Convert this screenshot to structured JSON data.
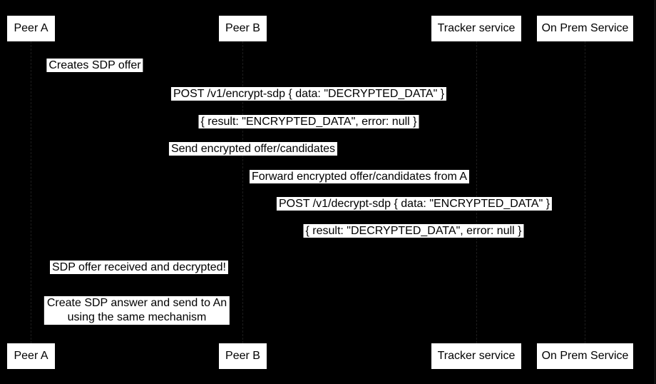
{
  "diagram": {
    "type": "sequence-diagram",
    "colors": {
      "background": "#000000",
      "box_fill": "#ffffff",
      "box_text": "#000000",
      "label_fill": "#ffffff",
      "label_text": "#000000"
    },
    "participants": {
      "peer_a": "Peer A",
      "peer_b": "Peer B",
      "tracker": "Tracker service",
      "on_prem": "On Prem Service"
    },
    "messages": {
      "creates_offer": "Creates SDP offer",
      "post_encrypt": "POST /v1/encrypt-sdp { data: \"DECRYPTED_DATA\" }",
      "encrypt_result": "{ result: \"ENCRYPTED_DATA\", error: null }",
      "send_encrypted": "Send encrypted offer/candidates",
      "forward_encrypted": "Forward encrypted offer/candidates from A",
      "post_decrypt": "POST /v1/decrypt-sdp { data: \"ENCRYPTED_DATA\" }",
      "decrypt_result": "{ result: \"DECRYPTED_DATA\", error: null }",
      "offer_received": "SDP offer received and decrypted!",
      "create_answer_line1": "Create SDP answer and send to An",
      "create_answer_line2": "using the same mechanism"
    }
  }
}
